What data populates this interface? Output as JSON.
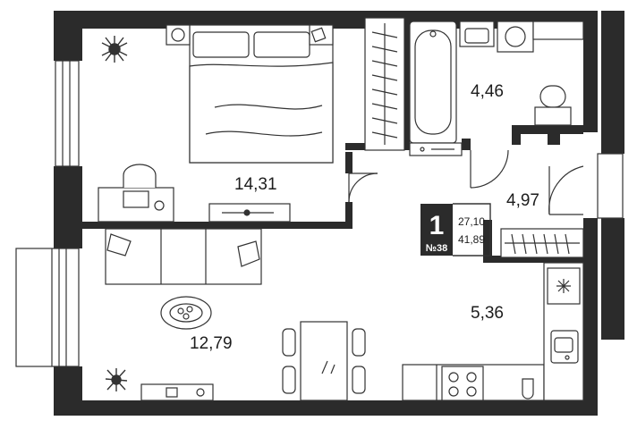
{
  "rooms": [
    {
      "id": "bedroom",
      "area": "14,31"
    },
    {
      "id": "bathroom",
      "area": "4,46"
    },
    {
      "id": "hallway",
      "area": "4,97"
    },
    {
      "id": "kitchen",
      "area": "5,36"
    },
    {
      "id": "living",
      "area": "12,79"
    }
  ],
  "badge": {
    "rooms_count": "1",
    "apartment_number": "№38",
    "living_area": "27,10",
    "total_area": "41,89"
  },
  "colors": {
    "wall": "#2b2b2b",
    "line": "#333333",
    "badge_bg": "#2b2b2b"
  }
}
